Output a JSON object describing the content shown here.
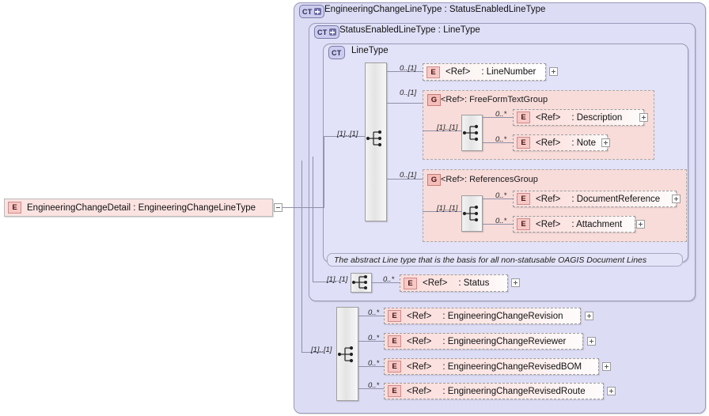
{
  "diagram": {
    "kind": "xsd-schema-diagram",
    "root_element": {
      "badge": "E",
      "label": "EngineeringChangeDetail : EngineeringChangeLineType",
      "hinge": "minus"
    },
    "containers": [
      {
        "tag": "CT",
        "expandable": true,
        "title": "EngineeringChangeLineType : StatusEnabledLineType"
      },
      {
        "tag": "CT",
        "expandable": true,
        "title": "StatusEnabledLineType : LineType"
      },
      {
        "tag": "CT",
        "expandable": false,
        "title": "LineType"
      }
    ],
    "annotation": "The abstract Line type that is the basis for all non-statusable OAGIS Document Lines",
    "occurrences": {
      "opt01": "0..[1]",
      "req11": "[1]..[1]",
      "zero_many": "0..*"
    },
    "line_type_children": [
      {
        "badge": "E",
        "ref": "<Ref>",
        "name": ": LineNumber",
        "occ": "0..[1]",
        "hinge": "plus"
      },
      {
        "badge": "G",
        "ref": "<Ref>",
        "name": ": FreeFormTextGroup",
        "occ": "0..[1]",
        "hinge": "none"
      },
      {
        "badge": "G",
        "ref": "<Ref>",
        "name": ": ReferencesGroup",
        "occ": "0..[1]",
        "hinge": "none"
      }
    ],
    "freeform_text_group_children": [
      {
        "badge": "E",
        "ref": "<Ref>",
        "name": ": Description",
        "occ": "0..*",
        "hinge": "plus"
      },
      {
        "badge": "E",
        "ref": "<Ref>",
        "name": ": Note",
        "occ": "0..*",
        "hinge": "plus"
      }
    ],
    "references_group_children": [
      {
        "badge": "E",
        "ref": "<Ref>",
        "name": ": DocumentReference",
        "occ": "0..*",
        "hinge": "plus"
      },
      {
        "badge": "E",
        "ref": "<Ref>",
        "name": ": Attachment",
        "occ": "0..*",
        "hinge": "plus"
      }
    ],
    "status_enabled_children": [
      {
        "badge": "E",
        "ref": "<Ref>",
        "name": ": Status",
        "occ": "0..*",
        "hinge": "plus"
      }
    ],
    "engineering_change_children": [
      {
        "badge": "E",
        "ref": "<Ref>",
        "name": ": EngineeringChangeRevision",
        "occ": "0..*",
        "hinge": "plus"
      },
      {
        "badge": "E",
        "ref": "<Ref>",
        "name": ": EngineeringChangeReviewer",
        "occ": "0..*",
        "hinge": "plus"
      },
      {
        "badge": "E",
        "ref": "<Ref>",
        "name": ": EngineeringChangeRevisedBOM",
        "occ": "0..*",
        "hinge": "plus"
      },
      {
        "badge": "E",
        "ref": "<Ref>",
        "name": ": EngineeringChangeRevisedRoute",
        "occ": "0..*",
        "hinge": "plus"
      }
    ],
    "colors": {
      "container_fill": "#dcdcf5",
      "container_border": "#9a9ab8",
      "element_pink": "#f6c9c6",
      "group_pink": "#f8dcd9",
      "compositor_gray": "#e8e8e8",
      "connector": "#8f8fa8",
      "annotation_fill": "#e4e4f8"
    }
  }
}
